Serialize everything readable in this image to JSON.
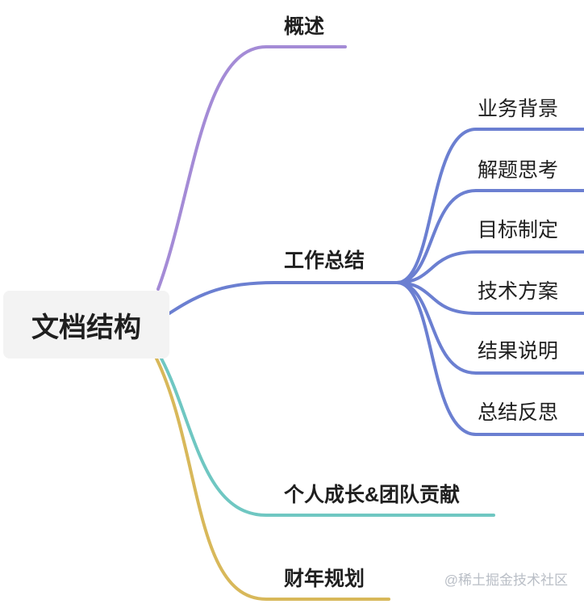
{
  "root": {
    "label": "文档结构"
  },
  "branches": [
    {
      "label": "概述",
      "color": "#a48bd6"
    },
    {
      "label": "工作总结",
      "color": "#6b7fd1",
      "children": [
        "业务背景",
        "解题思考",
        "目标制定",
        "技术方案",
        "结果说明",
        "总结反思"
      ]
    },
    {
      "label": "个人成长&团队贡献",
      "color": "#6fc7c2"
    },
    {
      "label": "财年规划",
      "color": "#d8b85a"
    }
  ],
  "watermark": "@稀土掘金技术社区"
}
